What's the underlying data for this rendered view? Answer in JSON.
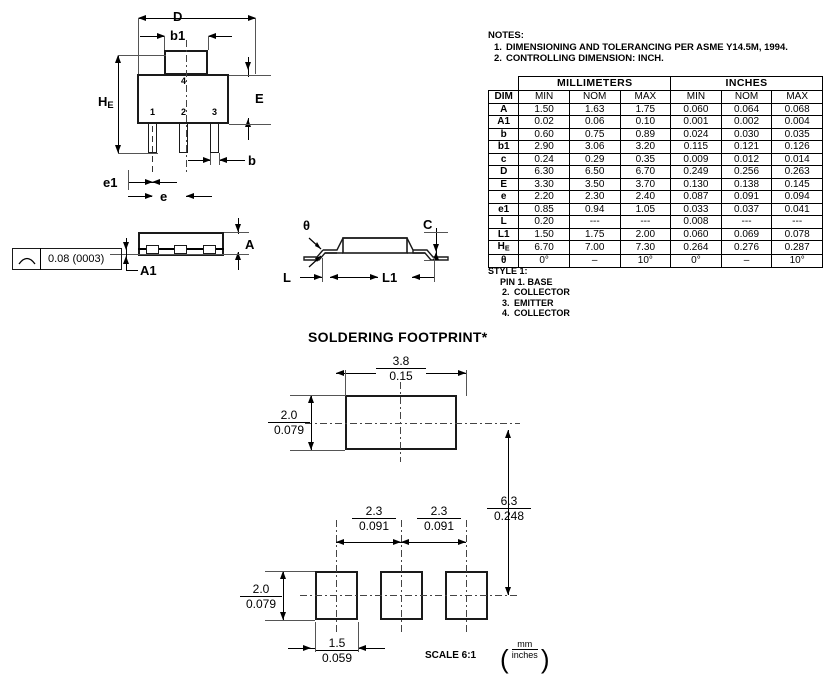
{
  "notes": {
    "heading": "NOTES:",
    "items": [
      {
        "num": "1.",
        "text": "DIMENSIONING AND TOLERANCING PER ASME Y14.5M, 1994."
      },
      {
        "num": "2.",
        "text": "CONTROLLING DIMENSION: INCH."
      }
    ]
  },
  "table": {
    "group_headers": [
      "MILLIMETERS",
      "INCHES"
    ],
    "columns": [
      "DIM",
      "MIN",
      "NOM",
      "MAX",
      "MIN",
      "NOM",
      "MAX"
    ],
    "rows": [
      {
        "dim": "A",
        "mm_min": "1.50",
        "mm_nom": "1.63",
        "mm_max": "1.75",
        "in_min": "0.060",
        "in_nom": "0.064",
        "in_max": "0.068"
      },
      {
        "dim": "A1",
        "mm_min": "0.02",
        "mm_nom": "0.06",
        "mm_max": "0.10",
        "in_min": "0.001",
        "in_nom": "0.002",
        "in_max": "0.004"
      },
      {
        "dim": "b",
        "mm_min": "0.60",
        "mm_nom": "0.75",
        "mm_max": "0.89",
        "in_min": "0.024",
        "in_nom": "0.030",
        "in_max": "0.035"
      },
      {
        "dim": "b1",
        "mm_min": "2.90",
        "mm_nom": "3.06",
        "mm_max": "3.20",
        "in_min": "0.115",
        "in_nom": "0.121",
        "in_max": "0.126"
      },
      {
        "dim": "c",
        "mm_min": "0.24",
        "mm_nom": "0.29",
        "mm_max": "0.35",
        "in_min": "0.009",
        "in_nom": "0.012",
        "in_max": "0.014"
      },
      {
        "dim": "D",
        "mm_min": "6.30",
        "mm_nom": "6.50",
        "mm_max": "6.70",
        "in_min": "0.249",
        "in_nom": "0.256",
        "in_max": "0.263"
      },
      {
        "dim": "E",
        "mm_min": "3.30",
        "mm_nom": "3.50",
        "mm_max": "3.70",
        "in_min": "0.130",
        "in_nom": "0.138",
        "in_max": "0.145"
      },
      {
        "dim": "e",
        "mm_min": "2.20",
        "mm_nom": "2.30",
        "mm_max": "2.40",
        "in_min": "0.087",
        "in_nom": "0.091",
        "in_max": "0.094"
      },
      {
        "dim": "e1",
        "mm_min": "0.85",
        "mm_nom": "0.94",
        "mm_max": "1.05",
        "in_min": "0.033",
        "in_nom": "0.037",
        "in_max": "0.041"
      },
      {
        "dim": "L",
        "mm_min": "0.20",
        "mm_nom": "---",
        "mm_max": "---",
        "in_min": "0.008",
        "in_nom": "---",
        "in_max": "---"
      },
      {
        "dim": "L1",
        "mm_min": "1.50",
        "mm_nom": "1.75",
        "mm_max": "2.00",
        "in_min": "0.060",
        "in_nom": "0.069",
        "in_max": "0.078"
      },
      {
        "dim": "HE",
        "mm_min": "6.70",
        "mm_nom": "7.00",
        "mm_max": "7.30",
        "in_min": "0.264",
        "in_nom": "0.276",
        "in_max": "0.287"
      },
      {
        "dim": "θ",
        "mm_min": "0°",
        "mm_nom": "–",
        "mm_max": "10°",
        "in_min": "0°",
        "in_nom": "–",
        "in_max": "10°"
      }
    ]
  },
  "style": {
    "heading": "STYLE 1:",
    "pin_prefix": "PIN 1.",
    "pin1": "BASE",
    "pins": [
      {
        "num": "2.",
        "name": "COLLECTOR"
      },
      {
        "num": "3.",
        "name": "EMITTER"
      },
      {
        "num": "4.",
        "name": "COLLECTOR"
      }
    ]
  },
  "top_view": {
    "dim_D": "D",
    "dim_b1": "b1",
    "dim_HE_main": "H",
    "dim_HE_sub": "E",
    "dim_E": "E",
    "dim_b": "b",
    "dim_e1": "e1",
    "dim_e": "e",
    "pin_numbers": [
      "1",
      "2",
      "3",
      "4"
    ]
  },
  "side_view": {
    "dim_A": "A",
    "dim_A1": "A1",
    "flatness_value": "0.08 (0003)"
  },
  "end_view": {
    "dim_theta": "θ",
    "dim_C": "C",
    "dim_L": "L",
    "dim_L1": "L1"
  },
  "footprint": {
    "title": "SOLDERING FOOTPRINT*",
    "pad_width": {
      "mm": "3.8",
      "in": "0.15"
    },
    "pad_height": {
      "mm": "2.0",
      "in": "0.079"
    },
    "vertical_pitch": {
      "mm": "6.3",
      "in": "0.248"
    },
    "pitch_1": {
      "mm": "2.3",
      "in": "0.091"
    },
    "pitch_2": {
      "mm": "2.3",
      "in": "0.091"
    },
    "lower_pad_height": {
      "mm": "2.0",
      "in": "0.079"
    },
    "lower_pad_width": {
      "mm": "1.5",
      "in": "0.059"
    },
    "scale": "SCALE 6:1",
    "units_top": "mm",
    "units_bottom": "inches"
  }
}
